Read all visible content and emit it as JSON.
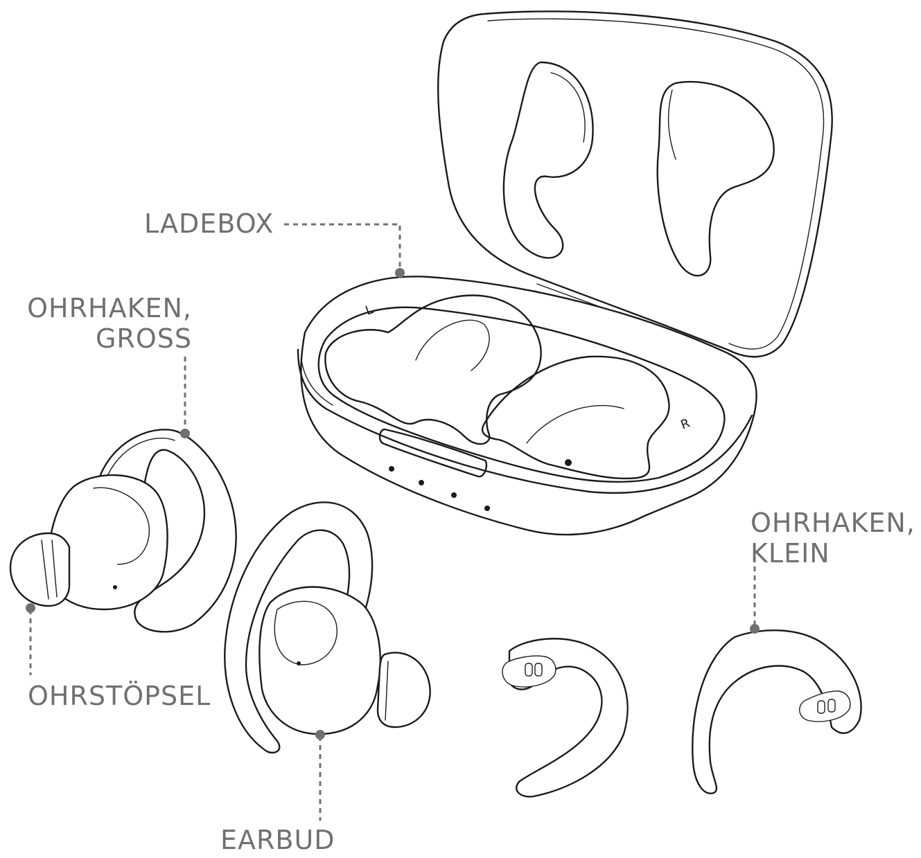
{
  "labels": {
    "charging_case": "LADEBOX",
    "ear_hook_large_line1": "OHRHAKEN,",
    "ear_hook_large_line2": "GROSS",
    "ear_hook_small_line1": "OHRHAKEN,",
    "ear_hook_small_line2": "KLEIN",
    "ear_tip": "OHRSTÖPSEL",
    "earbud": "EARBUD"
  },
  "colors": {
    "label_text": "#6f716f",
    "leader_line": "#6f716f",
    "outline": "#1a1a1a",
    "background": "#ffffff"
  }
}
